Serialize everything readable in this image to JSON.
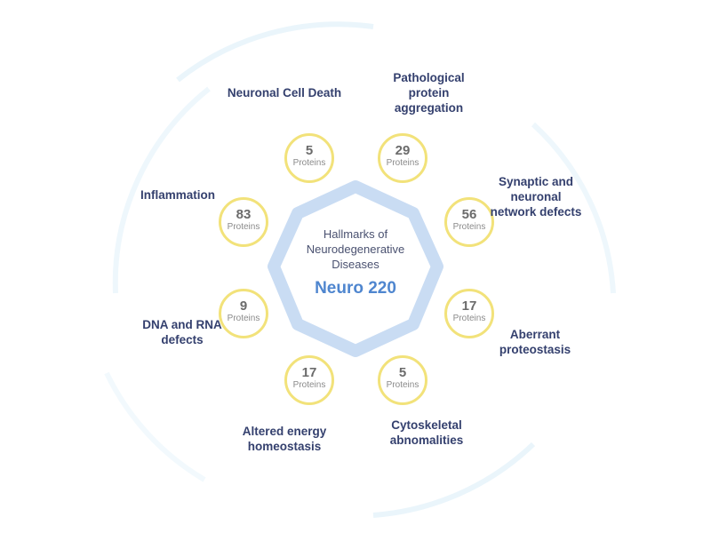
{
  "center": {
    "title_lines": [
      "Hallmarks of",
      "Neurodegenerative",
      "Diseases"
    ],
    "brand": "Neuro 220"
  },
  "colors": {
    "node_border": "#f2e27a",
    "octagon": "#c9dcf3",
    "label": "#34406e",
    "brand": "#4f86cf",
    "outer_ring": "#eaf5fb"
  },
  "unit": "Proteins",
  "hallmarks": [
    {
      "label": "Neuronal Cell Death",
      "count": "5"
    },
    {
      "label": "Pathological protein aggregation",
      "count": "29"
    },
    {
      "label": "Synaptic and neuronal network defects",
      "count": "56"
    },
    {
      "label": "Aberrant proteostasis",
      "count": "17"
    },
    {
      "label": "Cytoskeletal abnomalities",
      "count": "5"
    },
    {
      "label": "Altered energy homeostasis",
      "count": "17"
    },
    {
      "label": "DNA and RNA defects",
      "count": "9"
    },
    {
      "label": "Inflammation",
      "count": "83"
    }
  ],
  "chart_data": {
    "type": "diagram",
    "title": "Hallmarks of Neurodegenerative Diseases",
    "center_label": "Neuro 220",
    "categories": [
      "Neuronal Cell Death",
      "Pathological protein aggregation",
      "Synaptic and neuronal network defects",
      "Aberrant proteostasis",
      "Cytoskeletal abnomalities",
      "Altered energy homeostasis",
      "DNA and RNA defects",
      "Inflammation"
    ],
    "values": [
      5,
      29,
      56,
      17,
      5,
      17,
      9,
      83
    ],
    "unit": "Proteins"
  }
}
